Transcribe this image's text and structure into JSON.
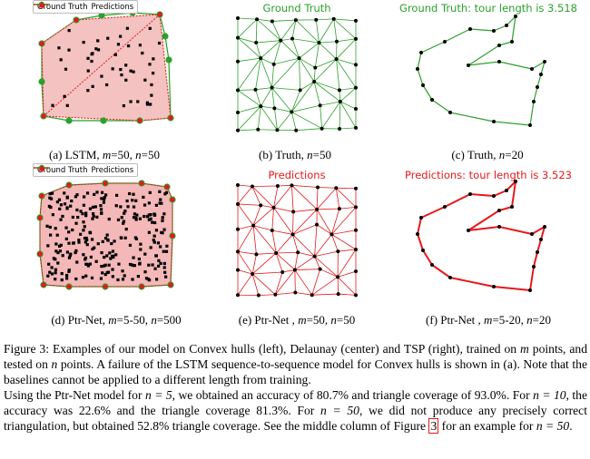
{
  "legend": {
    "truth_label": "Ground Truth",
    "pred_label": "Predictions"
  },
  "colors": {
    "truth": "#2ca02c",
    "pred": "#e41a1c",
    "fill": "#f4b8b8"
  },
  "panels": {
    "b_title": "Ground Truth",
    "c_title": "Ground Truth: tour length is 3.518",
    "e_title": "Predictions",
    "f_title": "Predictions: tour length is 3.523"
  },
  "subcaptions": {
    "a": {
      "label": "(a) LSTM, ",
      "var1": "m",
      "mid": "=50, ",
      "var2": "n",
      "end": "=50"
    },
    "b": {
      "label": "(b) Truth, ",
      "var1": "n",
      "end": "=50"
    },
    "c": {
      "label": "(c) Truth, ",
      "var1": "n",
      "end": "=20"
    },
    "d": {
      "label": "(d) Ptr-Net, ",
      "var1": "m",
      "mid": "=5-50, ",
      "var2": "n",
      "end": "=500"
    },
    "e": {
      "label": "(e) Ptr-Net , ",
      "var1": "m",
      "mid": "=50, ",
      "var2": "n",
      "end": "=50"
    },
    "f": {
      "label": "(f) Ptr-Net , ",
      "var1": "m",
      "mid": "=5-20, ",
      "var2": "n",
      "end": "=20"
    }
  },
  "caption": {
    "p1a": "Figure 3: Examples of our model on Convex hulls (left), Delaunay (center) and TSP (right), trained on ",
    "m": "m",
    "p1b": " points, and tested on ",
    "n": "n",
    "p1c": " points. A failure of the LSTM sequence-to-sequence model for Convex hulls is shown in (a). Note that the baselines cannot be applied to a different length from training.",
    "p2a": "Using the Ptr-Net model for ",
    "n1": "n = 5",
    "p2b": ", we obtained an accuracy of 80.7% and triangle coverage of 93.0%. For ",
    "n2": "n = 10",
    "p2c": ", the accuracy was 22.6% and the triangle coverage 81.3%. For ",
    "n3": "n = 50",
    "p2d": ", we did not produce any precisely correct triangulation, but obtained 52.8% triangle coverage. See the middle column of Figure ",
    "fig": "3",
    "p2e": " for an example for ",
    "n4": "n = 50",
    "p2f": "."
  }
}
